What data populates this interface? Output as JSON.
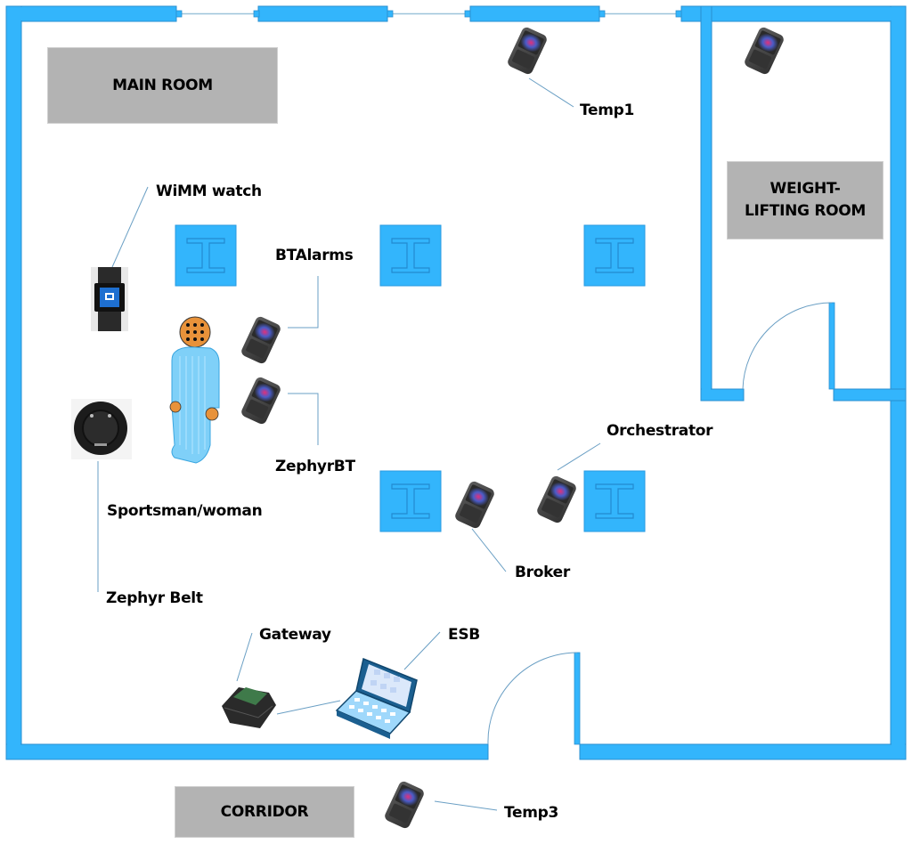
{
  "rooms": {
    "main": "MAIN ROOM",
    "weight_line1": "WEIGHT-",
    "weight_line2": "LIFTING ROOM",
    "corridor": "CORRIDOR"
  },
  "labels": {
    "temp1": "Temp1",
    "wimm_watch": "WiMM watch",
    "btalarms": "BTAlarms",
    "zephyrbt": "ZephyrBT",
    "sportsman": "Sportsman/woman",
    "zephyr_belt": "Zephyr Belt",
    "orchestrator": "Orchestrator",
    "broker": "Broker",
    "gateway": "Gateway",
    "esb": "ESB",
    "temp3": "Temp3"
  },
  "colors": {
    "wall": "#33b5fc",
    "wall_edge": "#2a8fd0",
    "room_box": "#b3b3b3",
    "leader_line": "#6a9fc4"
  }
}
